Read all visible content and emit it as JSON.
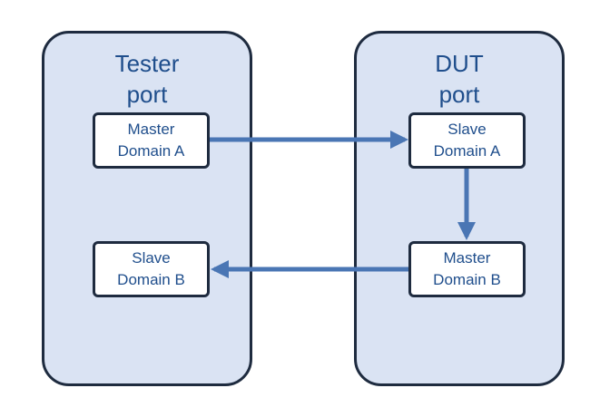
{
  "colors": {
    "port_fill": "#dae3f3",
    "port_border": "#1e2b3f",
    "box_border": "#1e2b3f",
    "text": "#1f4e8c",
    "arrow": "#4a76b4"
  },
  "ports": {
    "tester": {
      "line1": "Tester",
      "line2": "port"
    },
    "dut": {
      "line1": "DUT",
      "line2": "port"
    }
  },
  "boxes": {
    "master_a": {
      "line1": "Master",
      "line2": "Domain A"
    },
    "slave_b": {
      "line1": "Slave",
      "line2": "Domain B"
    },
    "slave_a": {
      "line1": "Slave",
      "line2": "Domain A"
    },
    "master_b": {
      "line1": "Master",
      "line2": "Domain B"
    }
  }
}
